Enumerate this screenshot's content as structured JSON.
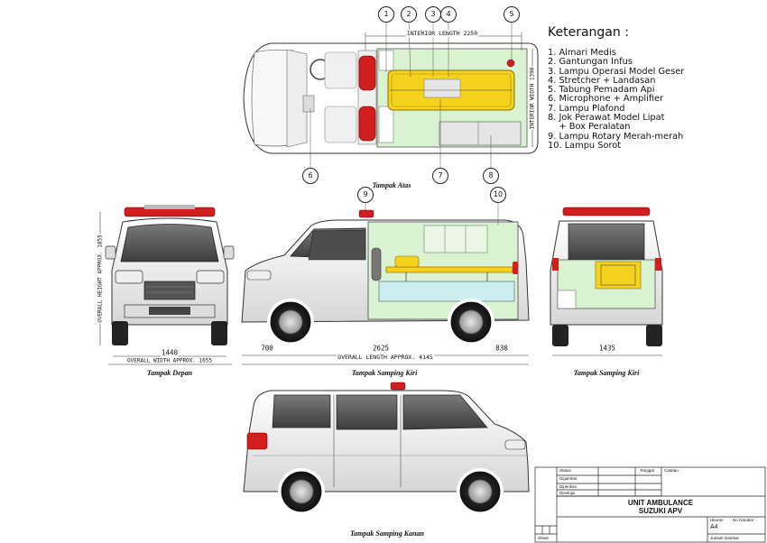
{
  "legend": {
    "title": "Keterangan :",
    "items": [
      "1. Almari Medis",
      "2. Gantungan Infus",
      "3. Lampu Operasi Model Geser",
      "4. Stretcher + Landasan",
      "5. Tabung Pemadam Api",
      "6. Microphone + Amplifier",
      "7. Lampu Plafond",
      "8. Jok Perawat Model Lipat",
      "    + Box Peralatan",
      "9. Lampu Rotary Merah-merah",
      "10. Lampu Sorot"
    ]
  },
  "callouts": [
    "1",
    "2",
    "3",
    "4",
    "5",
    "6",
    "7",
    "8",
    "9",
    "10"
  ],
  "views": {
    "top": "Tampak Atas",
    "front": "Tampak Depan",
    "left": "Tampak Samping Kiri",
    "rear": "Tampak Samping Kiri",
    "right": "Tampak Samping Kanan"
  },
  "dimensions": {
    "interior_length": "INTERIOR LENGTH 2250",
    "interior_width": "INTERIOR WIDTH 1390",
    "overall_height": "OVERALL HEIGHT APPROX. 1855",
    "front_track": "1440",
    "overall_width": "OVERALL WIDTH APPROX. 1655",
    "front_overhang": "700",
    "wheelbase": "2625",
    "rear_overhang": "830",
    "overall_length": "OVERALL LENGTH APPROX. 4145",
    "rear_track": "1435"
  },
  "title_block": {
    "status_label": "Status",
    "date_label": "Tanggal",
    "notes_label": "Catatan :",
    "signed_label": "Digambar",
    "checked_label": "Diperiksa",
    "approved_label": "Disetujui",
    "title_line1": "UNIT AMBULANCE",
    "title_line2": "SUZUKI APV",
    "size_label": "Ukuran",
    "size_value": "A4",
    "drawing_no_label": "No Gambar :",
    "sheet_label": "Sheet",
    "total_label": "Jumlah Gambar"
  },
  "colors": {
    "body": "#f2f2f2",
    "line": "#333333",
    "interior": "#d9f2d2",
    "stretcher": "#f5d21e",
    "beacon": "#d21e1e",
    "glass": "#5a5a5a",
    "cyan": "#cdeef0"
  }
}
